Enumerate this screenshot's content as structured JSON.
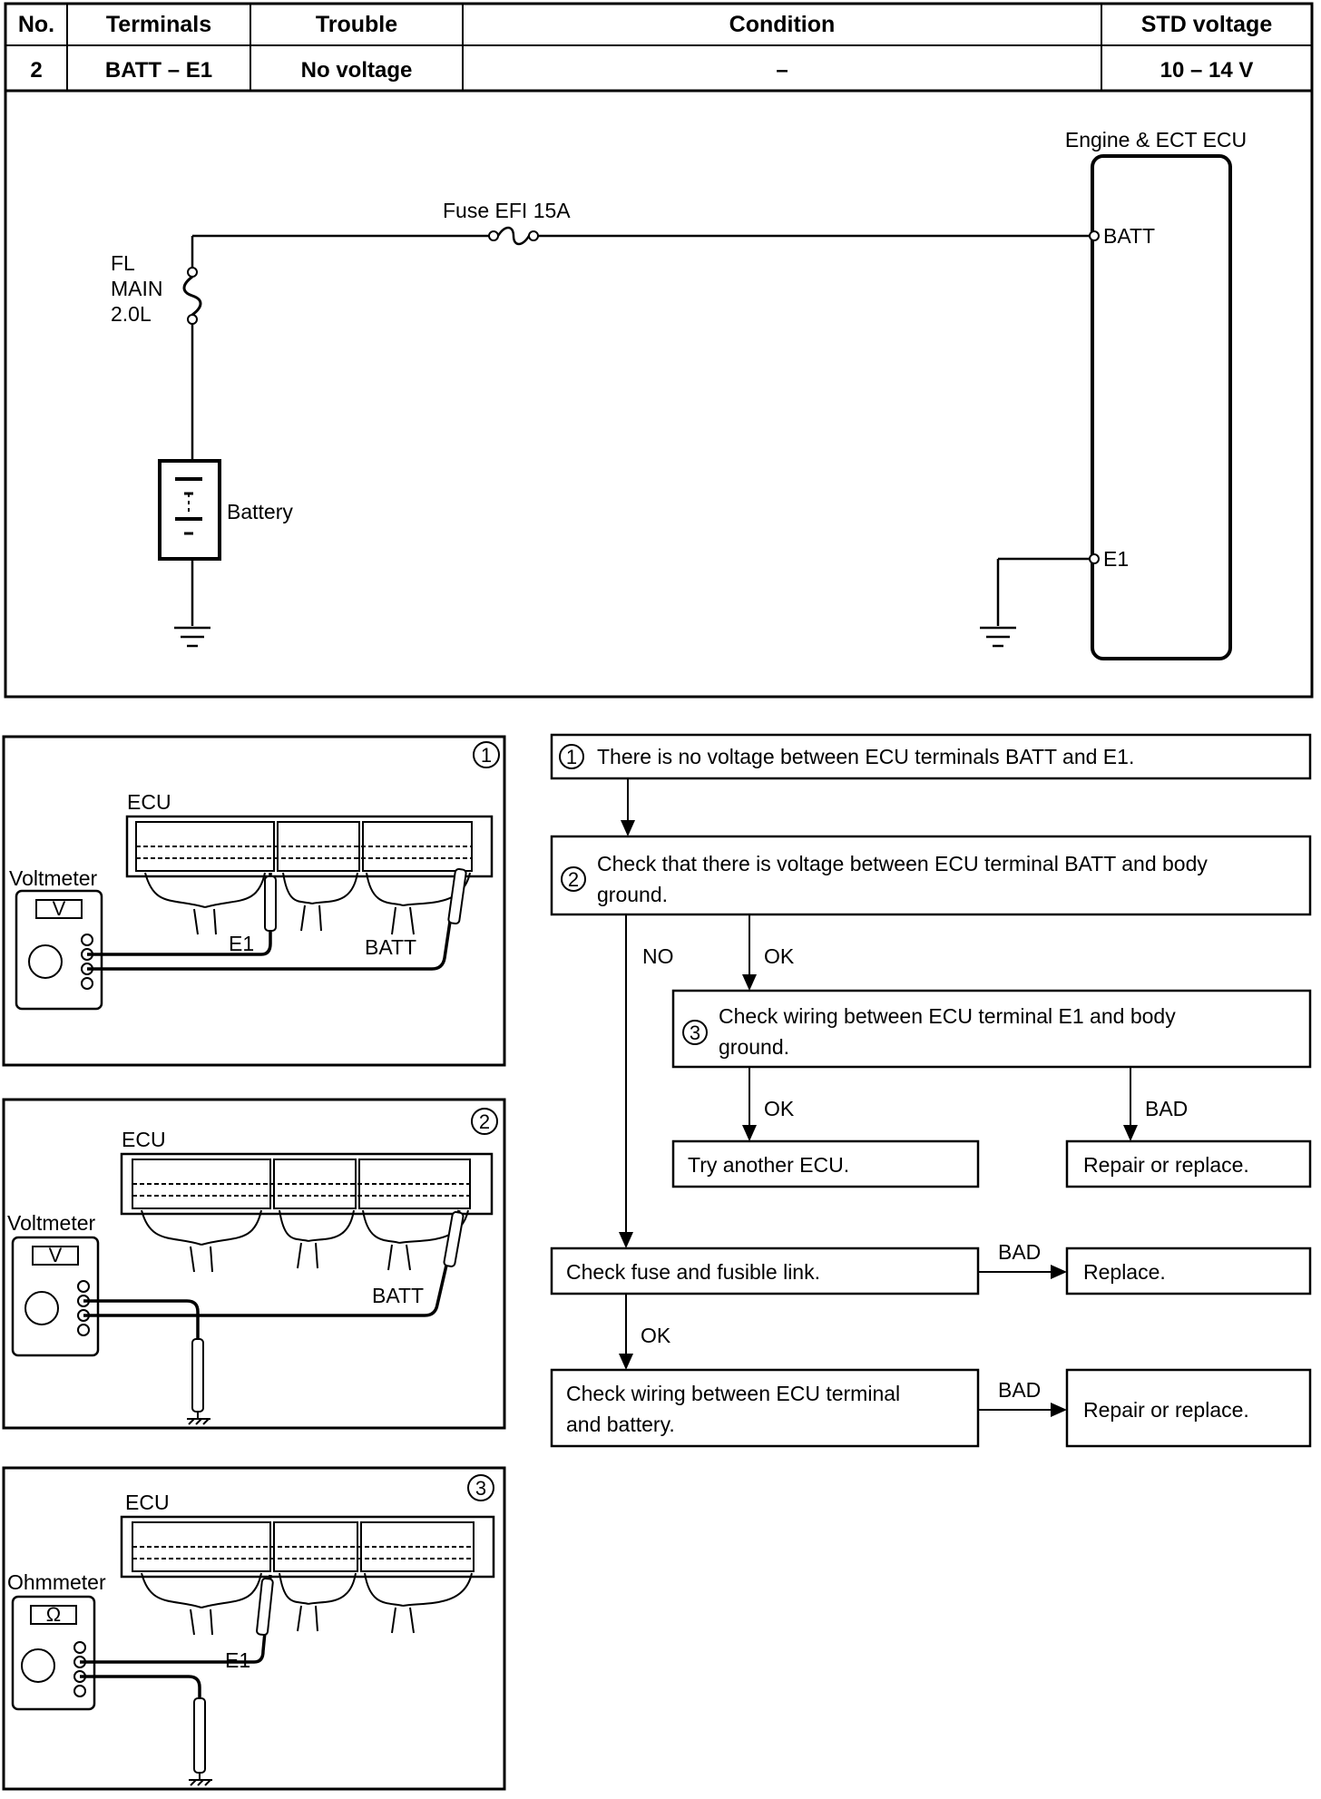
{
  "table": {
    "headers": {
      "no": "No.",
      "terminals": "Terminals",
      "trouble": "Trouble",
      "condition": "Condition",
      "std_voltage": "STD voltage"
    },
    "row": {
      "no": "2",
      "terminals": "BATT – E1",
      "trouble": "No voltage",
      "condition": "–",
      "std_voltage": "10 – 14 V"
    }
  },
  "circuit": {
    "ecu_title": "Engine & ECT ECU",
    "fuse_label": "Fuse EFI 15A",
    "fl_main": [
      "FL",
      "MAIN",
      "2.0L"
    ],
    "battery_label": "Battery",
    "batt_terminal": "BATT",
    "e1_terminal": "E1"
  },
  "panels": [
    {
      "num": "1",
      "ecu": "ECU",
      "meter": "Voltmeter",
      "meter_symbol": "V",
      "probe_a": "E1",
      "probe_b": "BATT"
    },
    {
      "num": "2",
      "ecu": "ECU",
      "meter": "Voltmeter",
      "meter_symbol": "V",
      "probe_b": "BATT"
    },
    {
      "num": "3",
      "ecu": "ECU",
      "meter": "Ohmmeter",
      "meter_symbol": "Ω",
      "probe_a": "E1"
    }
  ],
  "flowchart": {
    "step1_num": "1",
    "step1": "There is no voltage between ECU terminals BATT and E1.",
    "step2_num": "2",
    "step2_line1": "Check that there is voltage between ECU terminal BATT and body",
    "step2_line2": "ground.",
    "no_label": "NO",
    "ok_label_1": "OK",
    "step3_num": "3",
    "step3_line1": "Check wiring between ECU terminal E1 and body",
    "step3_line2": "ground.",
    "ok_label_2": "OK",
    "bad_label_1": "BAD",
    "try_ecu": "Try another ECU.",
    "repair_1": "Repair or replace.",
    "check_fuse": "Check fuse and fusible link.",
    "bad_label_2": "BAD",
    "replace": "Replace.",
    "ok_label_3": "OK",
    "check_wiring_line1": "Check wiring between ECU terminal",
    "check_wiring_line2": "and battery.",
    "bad_label_3": "BAD",
    "repair_2": "Repair or replace."
  }
}
